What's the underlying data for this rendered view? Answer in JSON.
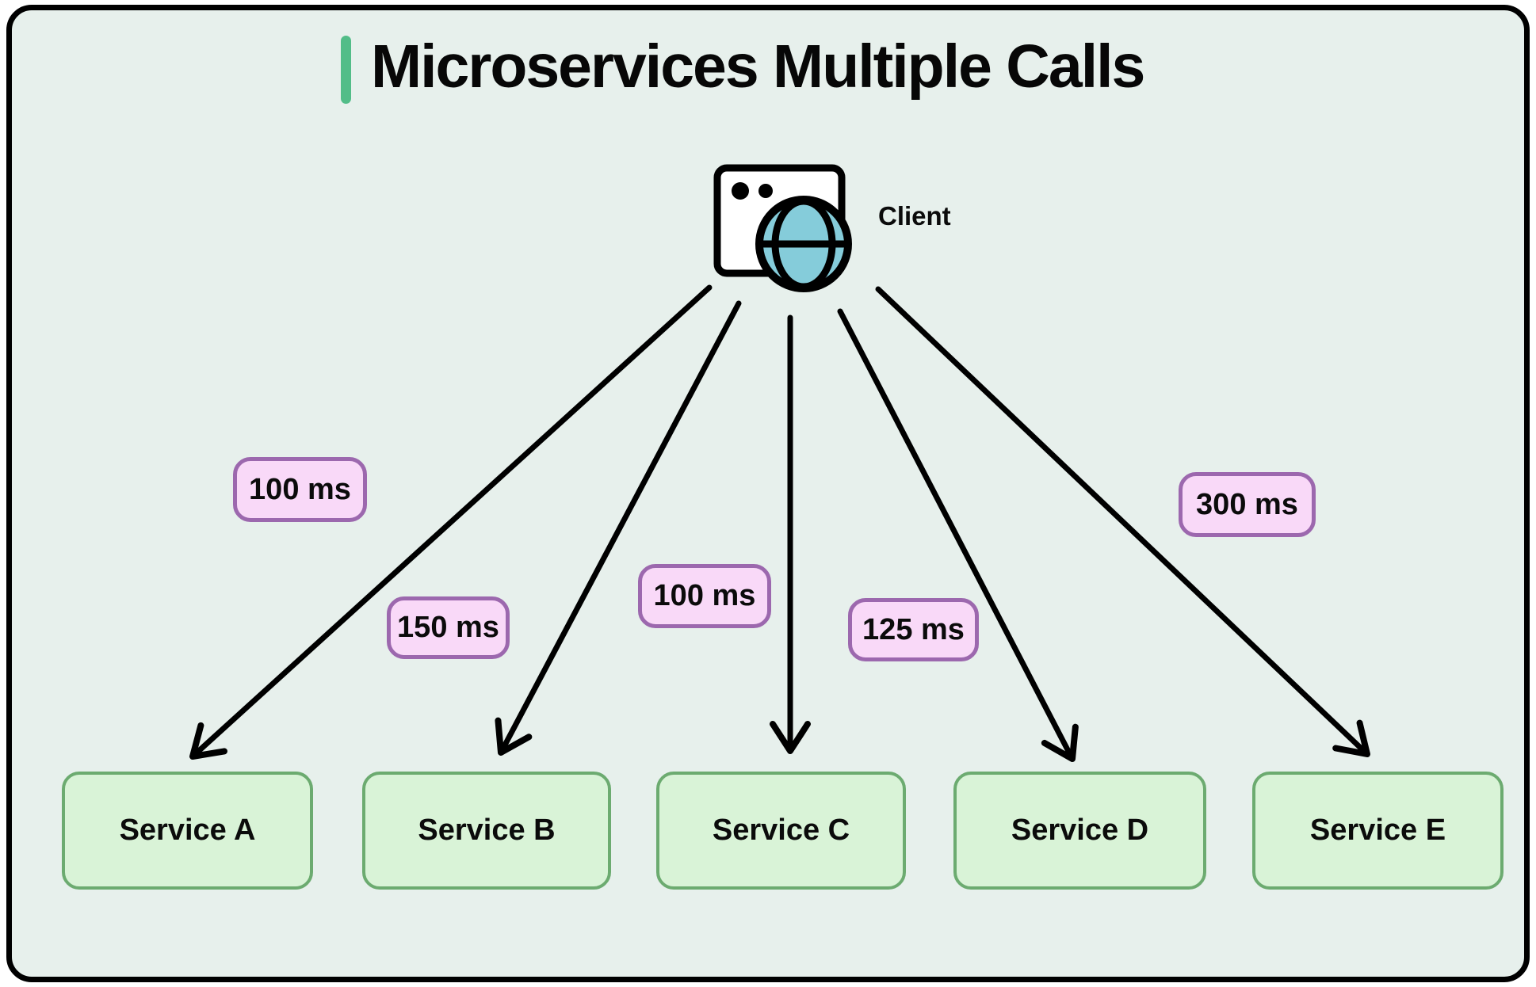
{
  "title": "Microservices Multiple Calls",
  "client": {
    "label": "Client"
  },
  "services": [
    {
      "label": "Service A"
    },
    {
      "label": "Service B"
    },
    {
      "label": "Service C"
    },
    {
      "label": "Service D"
    },
    {
      "label": "Service E"
    }
  ],
  "calls": [
    {
      "from": "Client",
      "to": "Service A",
      "latency": "100 ms"
    },
    {
      "from": "Client",
      "to": "Service B",
      "latency": "150 ms"
    },
    {
      "from": "Client",
      "to": "Service C",
      "latency": "100 ms"
    },
    {
      "from": "Client",
      "to": "Service D",
      "latency": "125 ms"
    },
    {
      "from": "Client",
      "to": "Service E",
      "latency": "300 ms"
    }
  ],
  "colors": {
    "canvas_background": "#e7f0ec",
    "frame_border": "#000000",
    "title_accent": "#52bd88",
    "service_fill": "#d9f3d7",
    "service_border": "#6cab70",
    "latency_badge_fill": "#f9d9f8",
    "latency_badge_border": "#9c68ae",
    "globe_fill": "#85ccda",
    "arrow": "#000000"
  }
}
